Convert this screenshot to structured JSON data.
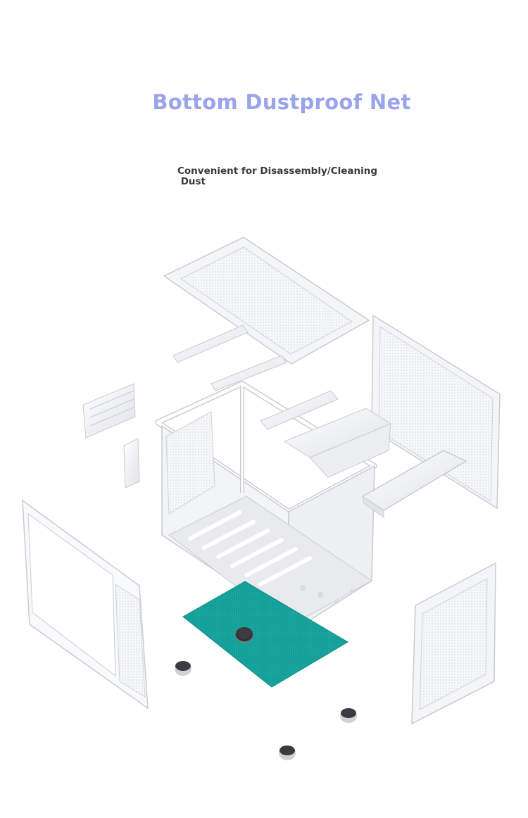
{
  "headline": "Bottom Dustproof Net",
  "subtext_line1": "Convenient for Disassembly/Cleaning",
  "subtext_line2": " Dust",
  "colors": {
    "headline": "#9aa3ec",
    "subtext": "#3a3a3a",
    "dust_filter": "#159f98",
    "panel": "#f4f5f6",
    "edge": "#c9ccd0"
  }
}
